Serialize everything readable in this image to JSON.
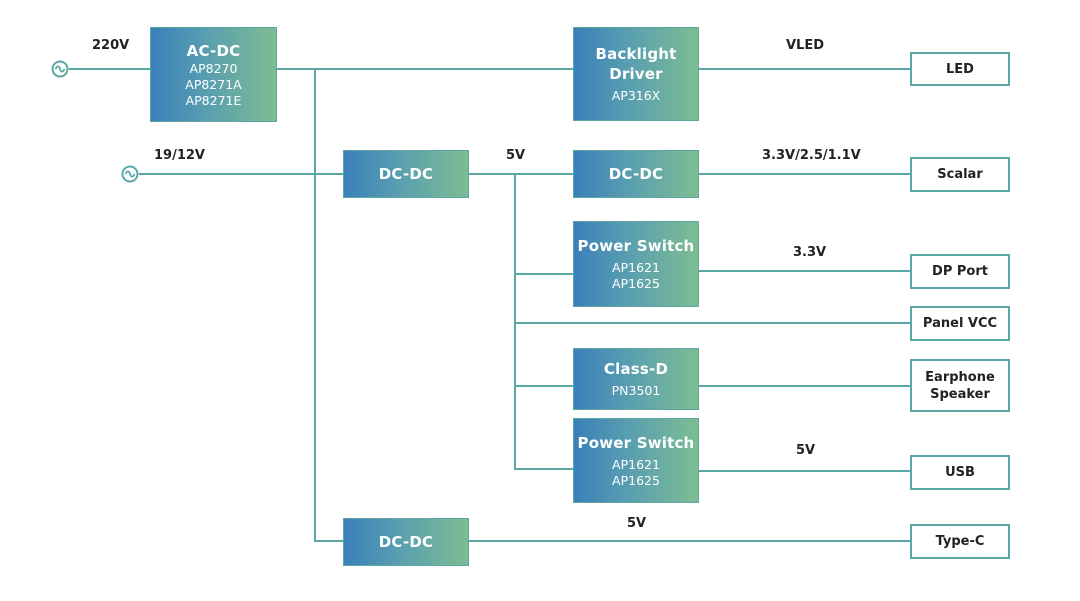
{
  "colors": {
    "wire": "#5aa8a6",
    "chip_gradient_start": "#3a80b9",
    "chip_gradient_end": "#7dbd92",
    "label_text": "#222222"
  },
  "sources": [
    {
      "icon": "ac-source-icon",
      "voltage": "220V"
    },
    {
      "icon": "ac-source-icon",
      "voltage": "19/12V"
    }
  ],
  "chips": {
    "acdc": {
      "title": "AC-DC",
      "parts": [
        "AP8270",
        "AP8271A",
        "AP8271E"
      ]
    },
    "backlight": {
      "title_line1": "Backlight",
      "title_line2": "Driver",
      "parts": [
        "AP316X"
      ]
    },
    "dcdc_main": {
      "title": "DC-DC"
    },
    "dcdc_scalar": {
      "title": "DC-DC"
    },
    "power_switch_dp": {
      "title": "Power Switch",
      "parts": [
        "AP1621",
        "AP1625"
      ]
    },
    "classd": {
      "title": "Class-D",
      "parts": [
        "PN3501"
      ]
    },
    "power_switch_usb": {
      "title": "Power Switch",
      "parts": [
        "AP1621",
        "AP1625"
      ]
    },
    "dcdc_typec": {
      "title": "DC-DC"
    }
  },
  "rail_labels": {
    "vled": "VLED",
    "bus_5v": "5V",
    "scalar": "3.3V/2.5/1.1V",
    "dp": "3.3V",
    "usb": "5V",
    "typec": "5V"
  },
  "sinks": {
    "led": "LED",
    "scalar": "Scalar",
    "dp_port": "DP Port",
    "panel_vcc": "Panel VCC",
    "audio_line1": "Earphone",
    "audio_line2": "Speaker",
    "usb": "USB",
    "typec": "Type-C"
  }
}
